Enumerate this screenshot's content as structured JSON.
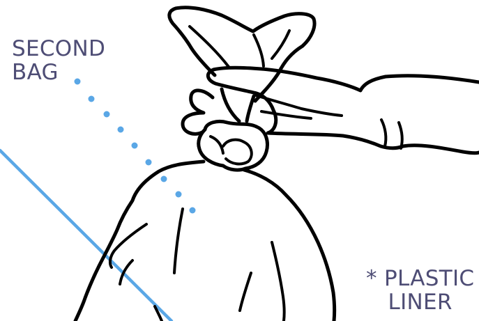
{
  "labels": {
    "second_bag_line1": "SECOND",
    "second_bag_line2": "BAG",
    "plastic_liner_line1": "* PLASTIC",
    "plastic_liner_line2": "LINER"
  },
  "colors": {
    "label_text": "#4e4d75",
    "pointer_blue": "#5aa7e6",
    "ink": "#000000"
  }
}
